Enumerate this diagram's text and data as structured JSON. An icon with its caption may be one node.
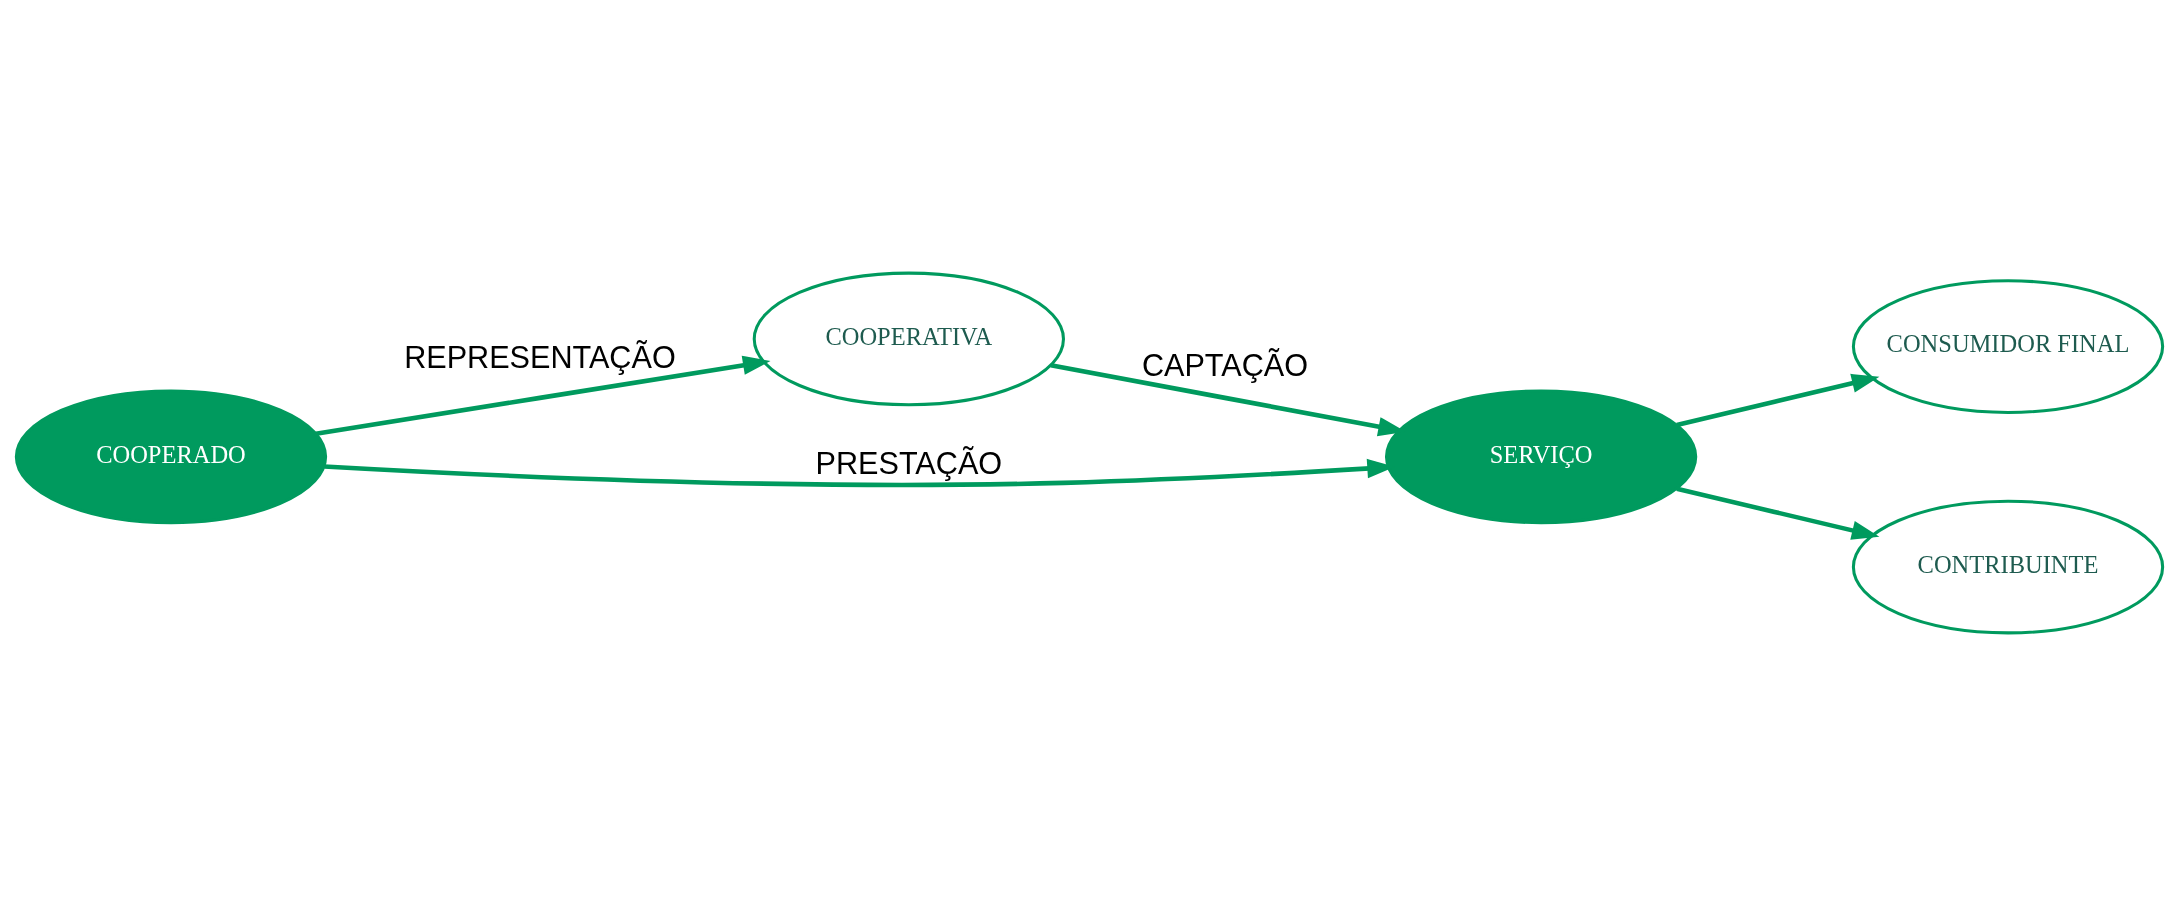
{
  "diagram": {
    "nodes": [
      {
        "text": [
          "COOPERADO"
        ]
      },
      {
        "text": [
          "COOPERATIVA"
        ]
      },
      {
        "text": [
          "SERVIÇO"
        ]
      },
      {
        "text": [
          "CONSUMIDOR FINAL"
        ]
      },
      {
        "text": [
          "CONTRIBUINTE"
        ]
      }
    ],
    "edges": [
      {
        "from": 0,
        "to": 1,
        "arrow": "to",
        "label": "REPRESENTAÇÃO"
      },
      {
        "from": 1,
        "to": 2,
        "arrow": "to",
        "label": "CAPTAÇÃO"
      },
      {
        "from": 0,
        "to": 2,
        "arrow": "to",
        "label": "PRESTAÇÃO"
      },
      {
        "from": 2,
        "to": 3,
        "arrow": "to"
      },
      {
        "from": 2,
        "to": 4,
        "arrow": "to"
      }
    ]
  }
}
